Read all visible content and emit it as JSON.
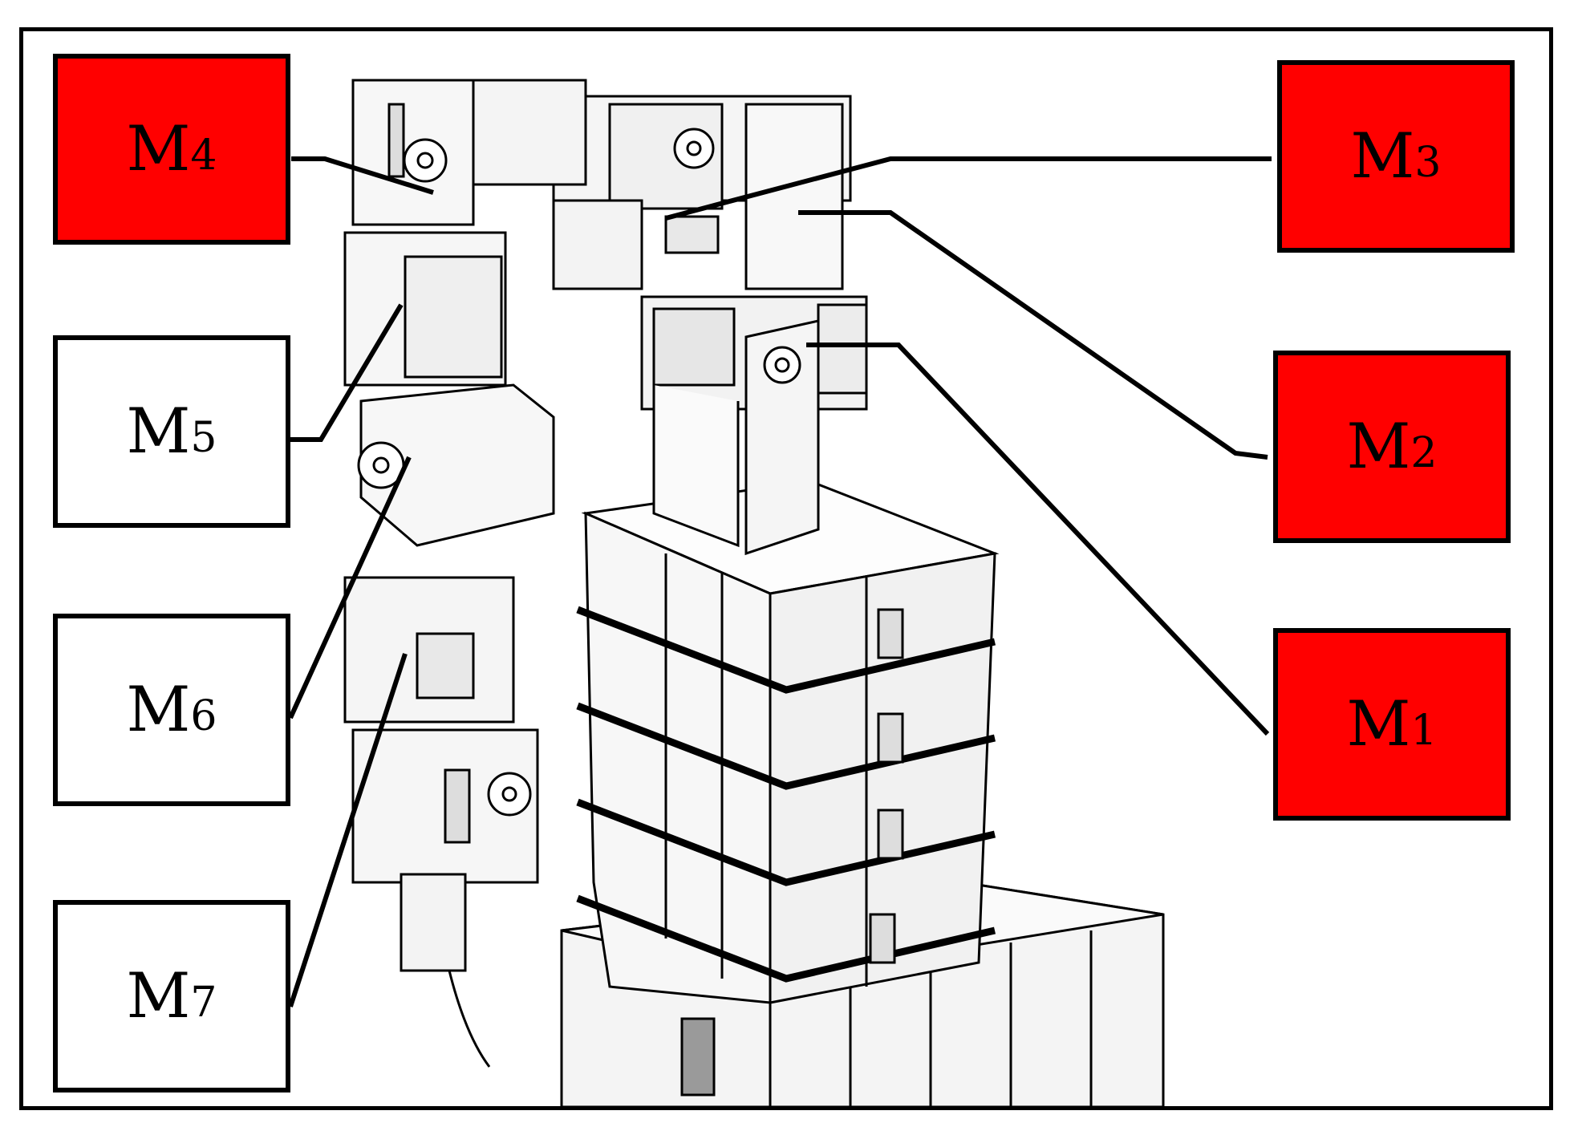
{
  "labels": {
    "M1": {
      "letter": "M",
      "sub": "1",
      "fill": "#ff0000"
    },
    "M2": {
      "letter": "M",
      "sub": "2",
      "fill": "#ff0000"
    },
    "M3": {
      "letter": "M",
      "sub": "3",
      "fill": "#ff0000"
    },
    "M4": {
      "letter": "M",
      "sub": "4",
      "fill": "#ff0000"
    },
    "M5": {
      "letter": "M",
      "sub": "5",
      "fill": "#ffffff"
    },
    "M6": {
      "letter": "M",
      "sub": "6",
      "fill": "#ffffff"
    },
    "M7": {
      "letter": "M",
      "sub": "7",
      "fill": "#ffffff"
    }
  },
  "colors": {
    "active": "#ff0000",
    "inactive": "#ffffff",
    "stroke": "#000000"
  }
}
